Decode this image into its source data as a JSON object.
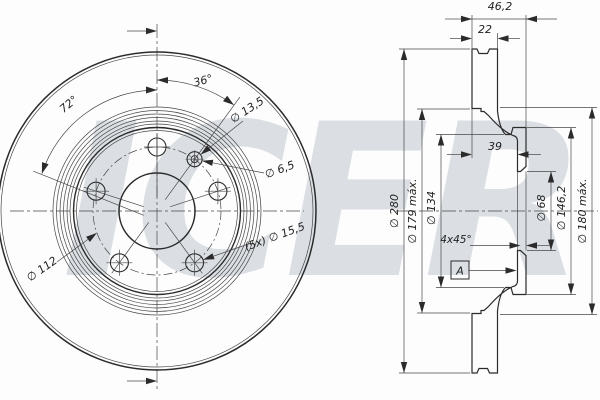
{
  "watermark": {
    "text": "ICER"
  },
  "front_view": {
    "angle_72": "72°",
    "angle_36": "36°",
    "dia_13_5": "∅ 13,5",
    "dia_6_5": "∅ 6,5",
    "bolt_holes": "(5x) ∅ 15,5",
    "bolt_circle": "∅ 112"
  },
  "section_view": {
    "overall_width": "46,2",
    "disc_thickness": "22",
    "hat_depth": "39",
    "outer_diameter": "∅ 280",
    "dia_179_max": "∅ 179 máx.",
    "dia_134": "∅ 134",
    "chamfer": "4x45°",
    "datum": "A",
    "bore_diameter": "∅ 68",
    "hat_diameter": "∅ 146,2",
    "dia_180_max": "∅ 180 máx."
  }
}
